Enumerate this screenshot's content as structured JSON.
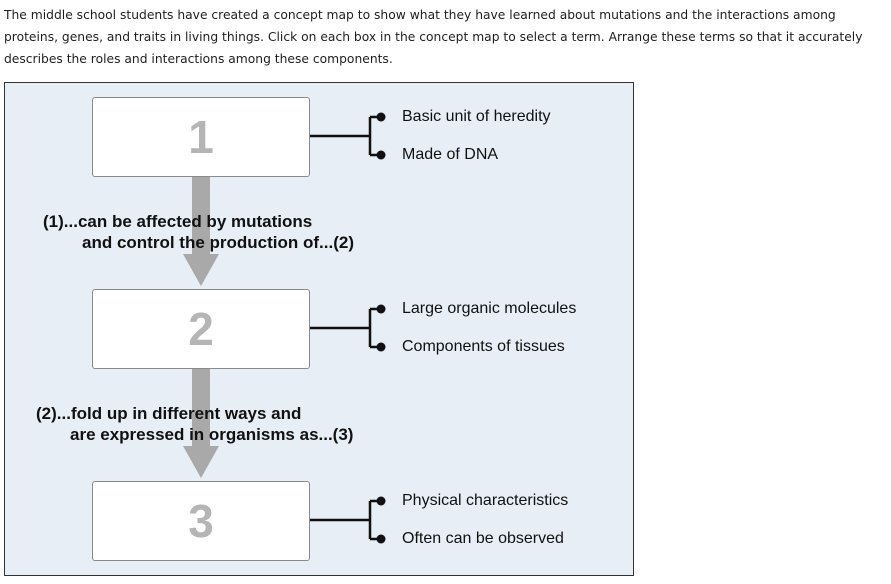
{
  "prompt": "The middle school students have created a concept map to show what they have learned about mutations and the interactions among proteins, genes, and traits in living things. Click on each box in the concept map to select a term. Arrange these terms so that it accurately describes the roles and interactions among these components.",
  "concept_map": {
    "boxes": [
      {
        "number": "1",
        "facts": [
          "Basic unit of heredity",
          "Made of DNA"
        ]
      },
      {
        "number": "2",
        "facts": [
          "Large organic molecules",
          "Components of tissues"
        ]
      },
      {
        "number": "3",
        "facts": [
          "Physical characteristics",
          "Often can be observed"
        ]
      }
    ],
    "relations": [
      {
        "line1": "(1)...can be affected by mutations",
        "line2": "and control the production of...(2)"
      },
      {
        "line1": "(2)...fold up in different ways and",
        "line2": "are expressed in organisms as...(3)"
      }
    ]
  }
}
